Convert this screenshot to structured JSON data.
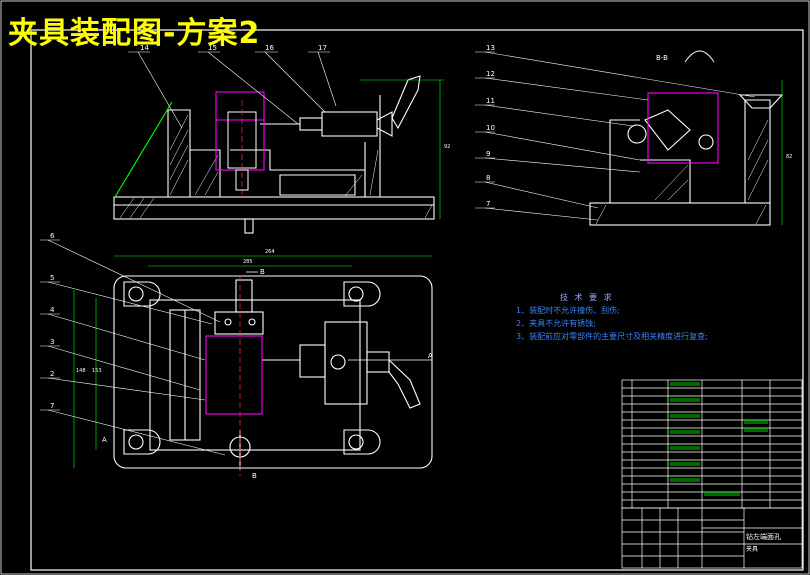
{
  "title": "夹具装配图-方案2",
  "section_label": "B-B",
  "tech_requirements": {
    "heading": "技 术 要 求",
    "items": [
      "1、装配时不允许撞伤、刮伤;",
      "2、夹具不允许有锈蚀;",
      "3、装配前应对零部件的主要尺寸及相关精度进行复查;"
    ]
  },
  "part_numbers_top": [
    "14",
    "15",
    "16",
    "17"
  ],
  "part_numbers_right": [
    "13",
    "12",
    "11",
    "10",
    "9",
    "8",
    "7"
  ],
  "part_numbers_left": [
    "6",
    "5",
    "4",
    "3",
    "2",
    "7"
  ],
  "dimension_labels": {
    "top_width": "264",
    "inner_width": "285",
    "top_height": "92",
    "right_height": "82",
    "left_height_a": "148",
    "left_height_b": "153"
  },
  "view_markers": {
    "b_top": "B",
    "b_bottom": "B",
    "a_left": "A",
    "a_right": "A"
  },
  "title_block": {
    "drawing_name": "钻左端面孔",
    "sub_label": "夹具"
  },
  "colors": {
    "background": "#000000",
    "line_white": "#ffffff",
    "line_green": "#00ff00",
    "magenta": "#ff00ff",
    "title": "#ffff00",
    "notes": "#3b82f6"
  }
}
